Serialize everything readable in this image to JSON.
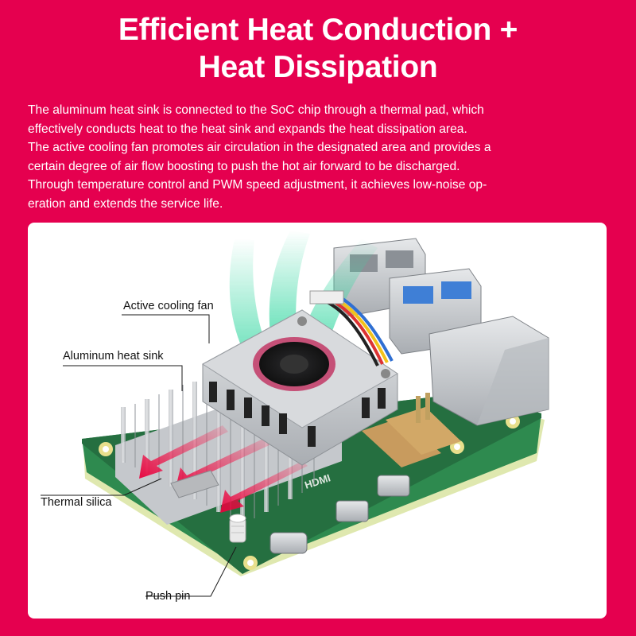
{
  "header": {
    "title_line1": "Efficient Heat Conduction +",
    "title_line2": "Heat Dissipation"
  },
  "description": {
    "lines": [
      "The aluminum heat sink is connected to the SoC chip through a thermal pad, which",
      "effectively conducts heat to the heat sink and expands the heat dissipation area.",
      "The active cooling fan promotes air circulation in the designated area and provides a",
      "certain degree of air flow boosting to push the hot air forward to be discharged.",
      "Through temperature control and PWM speed adjustment, it achieves low-noise op-",
      "eration and extends the service life."
    ]
  },
  "callouts": {
    "fan": "Active cooling fan",
    "heatsink": "Aluminum heat sink",
    "silica": "Thermal silica",
    "pin": "Push pin"
  },
  "board_silkscreen": {
    "hdmi": "HDMI"
  },
  "colors": {
    "background": "#e5004f",
    "panel": "#ffffff",
    "pcb": "#2e8a4f",
    "airflow": "#3fd9a6",
    "heat_arrow": "#e8003c"
  }
}
